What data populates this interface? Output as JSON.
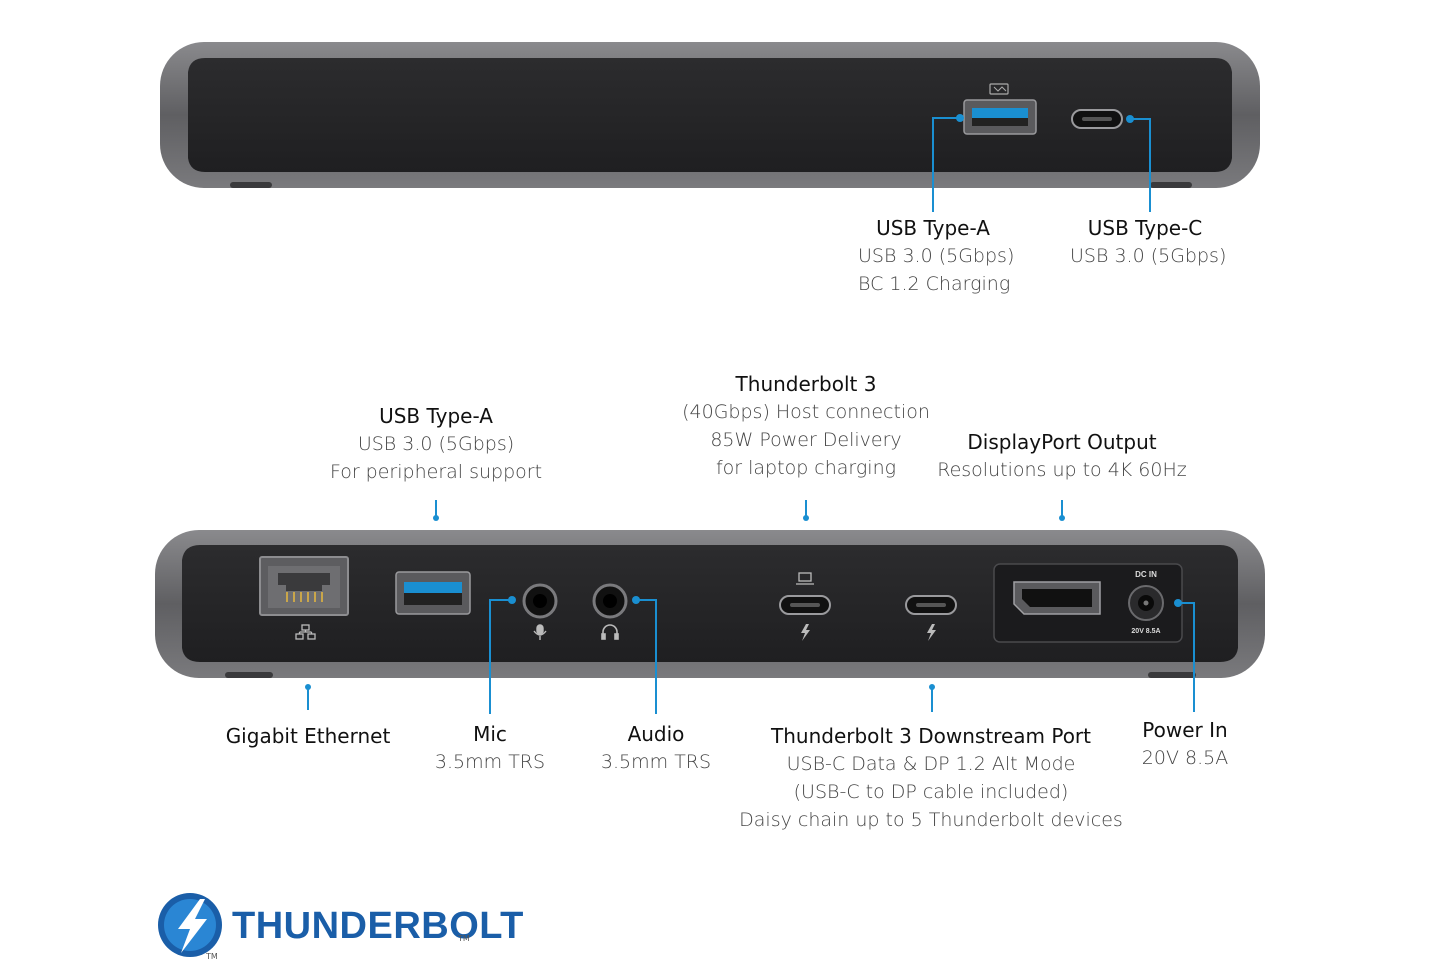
{
  "top_labels": {
    "usb_a": {
      "title": "USB Type-A",
      "lines": [
        "USB 3.0 (5Gbps)",
        "BC 1.2 Charging"
      ]
    },
    "usb_c": {
      "title": "USB Type-C",
      "lines": [
        "USB 3.0 (5Gbps)"
      ]
    }
  },
  "rear_upper_labels": {
    "usb_a": {
      "title": "USB Type-A",
      "lines": [
        "USB 3.0 (5Gbps)",
        "For peripheral support"
      ]
    },
    "thunderbolt_host": {
      "title": "Thunderbolt 3",
      "lines": [
        "(40Gbps) Host connection",
        "85W Power Delivery",
        "for laptop charging"
      ]
    },
    "displayport": {
      "title": "DisplayPort Output",
      "lines": [
        "Resolutions up to 4K 60Hz"
      ]
    }
  },
  "rear_lower_labels": {
    "ethernet": {
      "title": "Gigabit Ethernet"
    },
    "mic": {
      "title": "Mic",
      "lines": [
        "3.5mm TRS"
      ]
    },
    "audio": {
      "title": "Audio",
      "lines": [
        "3.5mm TRS"
      ]
    },
    "thunderbolt_downstream": {
      "title": "Thunderbolt 3 Downstream Port",
      "lines": [
        "USB-C Data & DP 1.2 Alt Mode",
        "(USB-C to DP cable included)",
        "Daisy chain up to 5 Thunderbolt devices"
      ]
    },
    "power": {
      "title": "Power In",
      "lines": [
        "20V 8.5A"
      ]
    }
  },
  "device_markings": {
    "dc_in": "DC IN",
    "power_rating": "20V 8.5A"
  },
  "logo": {
    "text": "THUNDERBOLT",
    "tm": "TM"
  },
  "colors": {
    "accent": "#1a8fd1",
    "body": "#6b6b6d",
    "face": "#252527",
    "logo": "#1a5ea8"
  },
  "icons": [
    "usb-ss-charge-icon",
    "network-icon",
    "mic-icon",
    "headphone-icon",
    "laptop-icon",
    "lightning-icon",
    "thunderbolt-logo-icon"
  ]
}
